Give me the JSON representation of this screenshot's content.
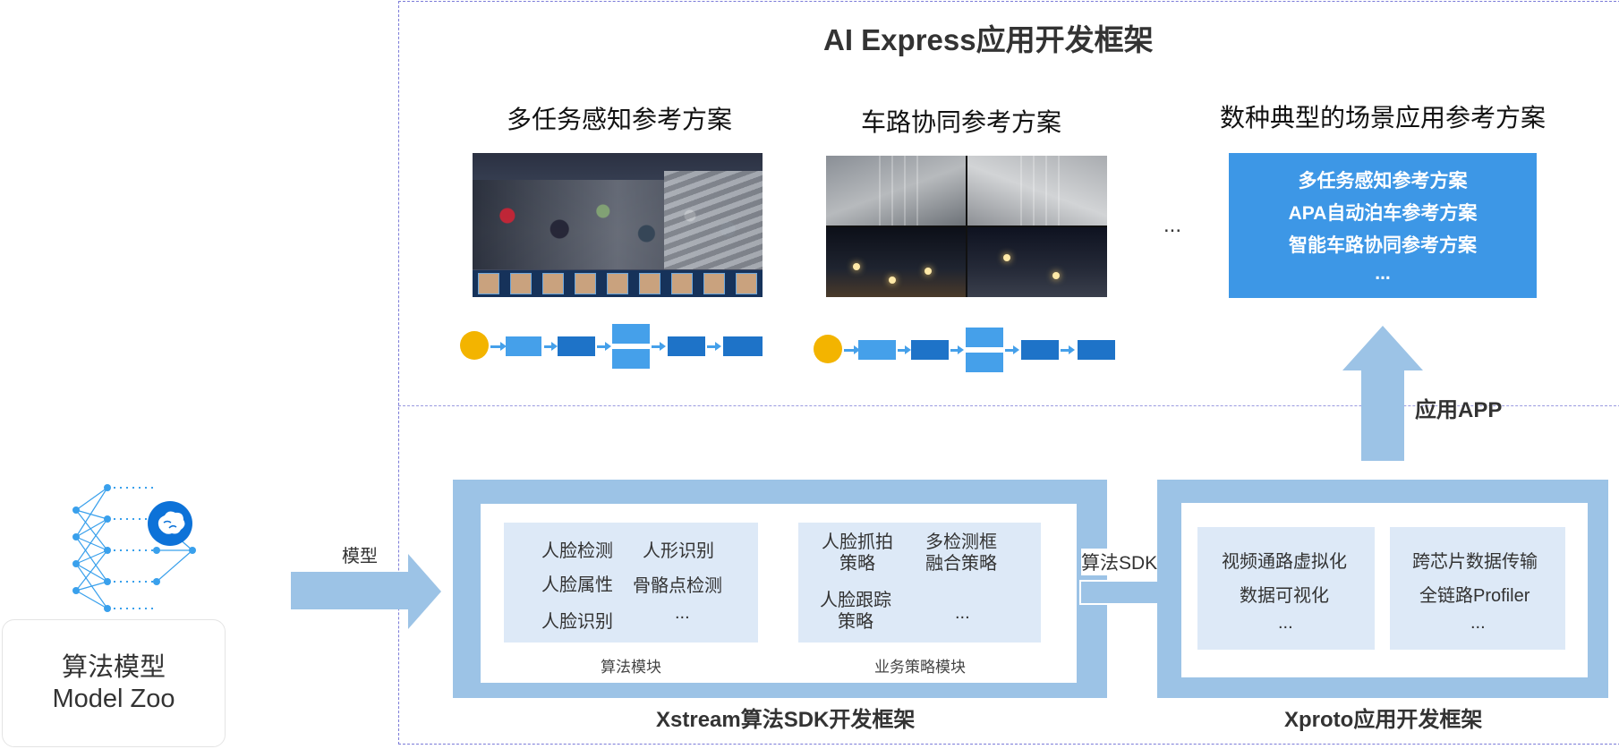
{
  "main_title": "AI Express应用开发框架",
  "solutions": [
    {
      "title": "多任务感知参考方案"
    },
    {
      "title": "车路协同参考方案"
    },
    {
      "title": "数种典型的场景应用参考方案"
    }
  ],
  "middle_ellipsis": "...",
  "scenario_panel": {
    "items": [
      "多任务感知参考方案",
      "APA自动泊车参考方案",
      "智能车路协同参考方案",
      "..."
    ]
  },
  "app_label": "应用APP",
  "model_zoo": {
    "line1": "算法模型",
    "line2": "Model Zoo"
  },
  "model_arrow_label": "模型",
  "sdk_arrow_label": "算法SDK",
  "xstream": {
    "title": "Xstream算法SDK开发框架",
    "algo_module": {
      "caption": "算法模块",
      "items": [
        "人脸检测",
        "人形识别",
        "人脸属性",
        "骨骼点检测",
        "人脸识别",
        "..."
      ]
    },
    "strategy_module": {
      "caption": "业务策略模块",
      "items": [
        "人脸抓拍\n策略",
        "多检测框\n融合策略",
        "人脸跟踪\n策略",
        "..."
      ]
    }
  },
  "xproto": {
    "title": "Xproto应用开发框架",
    "left_items": [
      "视频通路虚拟化",
      "数据可视化",
      "..."
    ],
    "right_items": [
      "跨芯片数据传输",
      "全链路Profiler",
      "..."
    ]
  },
  "colors": {
    "frame_blue": "#9cc3e6",
    "module_bg": "#dde9f7",
    "panel_blue": "#3d97e6",
    "node_light": "#45a0ea",
    "node_dark": "#1e73c8",
    "node_start": "#f3b400",
    "dash": "#7b7bd8"
  },
  "icons": [
    "neural-network-icon",
    "brain-icon"
  ]
}
